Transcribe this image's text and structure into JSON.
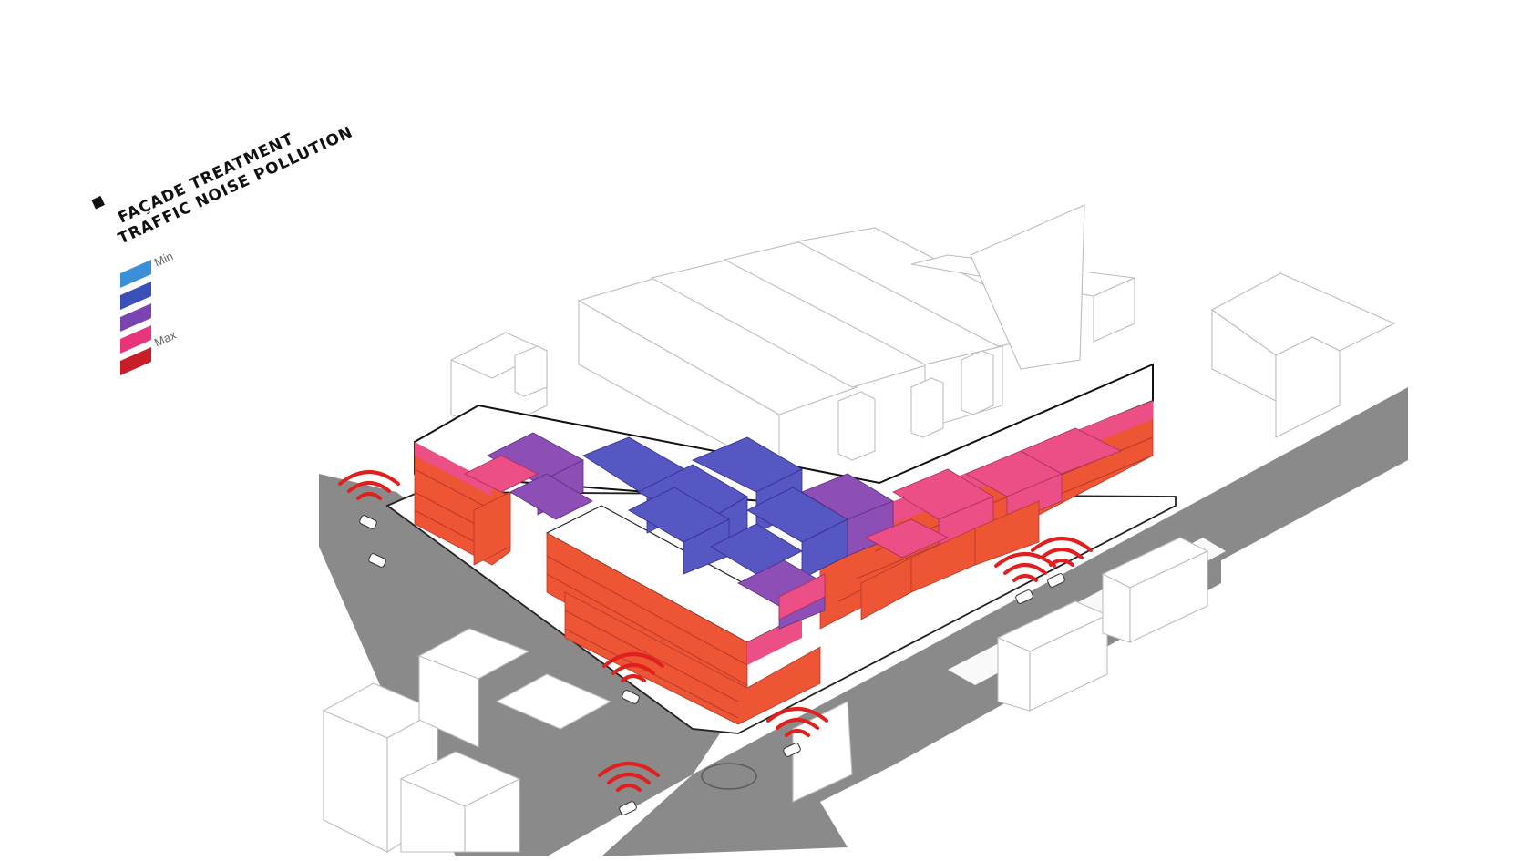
{
  "legend": {
    "title_line1": "FAÇADE TREATMENT",
    "title_line2": "TRAFFIC NOISE POLLUTION",
    "min_label": "Min",
    "max_label": "Max",
    "scale_colors": [
      "#3a8fd6",
      "#3b4fb8",
      "#7a45b0",
      "#e8347a",
      "#c81e2a"
    ]
  },
  "colors": {
    "road": "#8a8a8a",
    "noise_wave": "#e0201f",
    "facade_max": "#ee5535",
    "facade_high": "#ec4f86",
    "facade_mid": "#8d4fb6",
    "facade_low": "#5757c4"
  },
  "icons": [
    "noise-wave-icon",
    "car-icon",
    "legend-bullet-icon"
  ]
}
